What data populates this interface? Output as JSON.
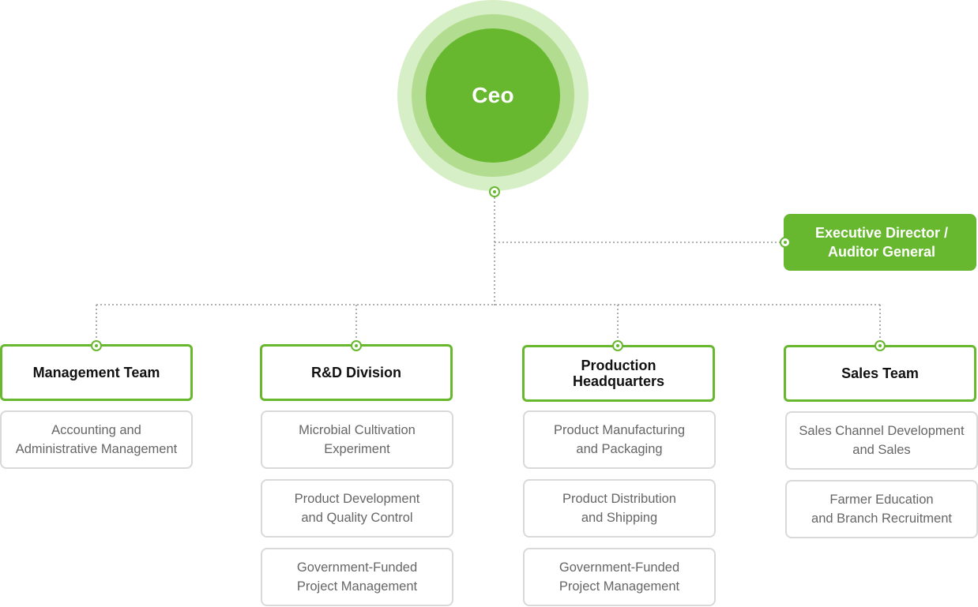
{
  "colors": {
    "accent": "#68b82f",
    "ring_light": "#d7efc6",
    "ring_mid": "#b2dd90",
    "sub_border": "#d9d9d9",
    "sub_text": "#666666",
    "connector": "#999999"
  },
  "ceo": {
    "label": "Ceo"
  },
  "executive": {
    "label": "Executive Director /\nAuditor General"
  },
  "departments": [
    {
      "label": "Management Team",
      "subunits": [
        "Accounting and\nAdministrative Management"
      ]
    },
    {
      "label": "R&D Division",
      "subunits": [
        "Microbial Cultivation\nExperiment",
        "Product Development\nand Quality Control",
        "Government-Funded\nProject Management"
      ]
    },
    {
      "label": "Production\nHeadquarters",
      "subunits": [
        "Product Manufacturing\nand Packaging",
        "Product Distribution\nand Shipping",
        "Government-Funded\nProject Management"
      ]
    },
    {
      "label": "Sales Team",
      "subunits": [
        "Sales Channel Development\nand Sales",
        "Farmer Education\nand Branch Recruitment"
      ]
    }
  ]
}
